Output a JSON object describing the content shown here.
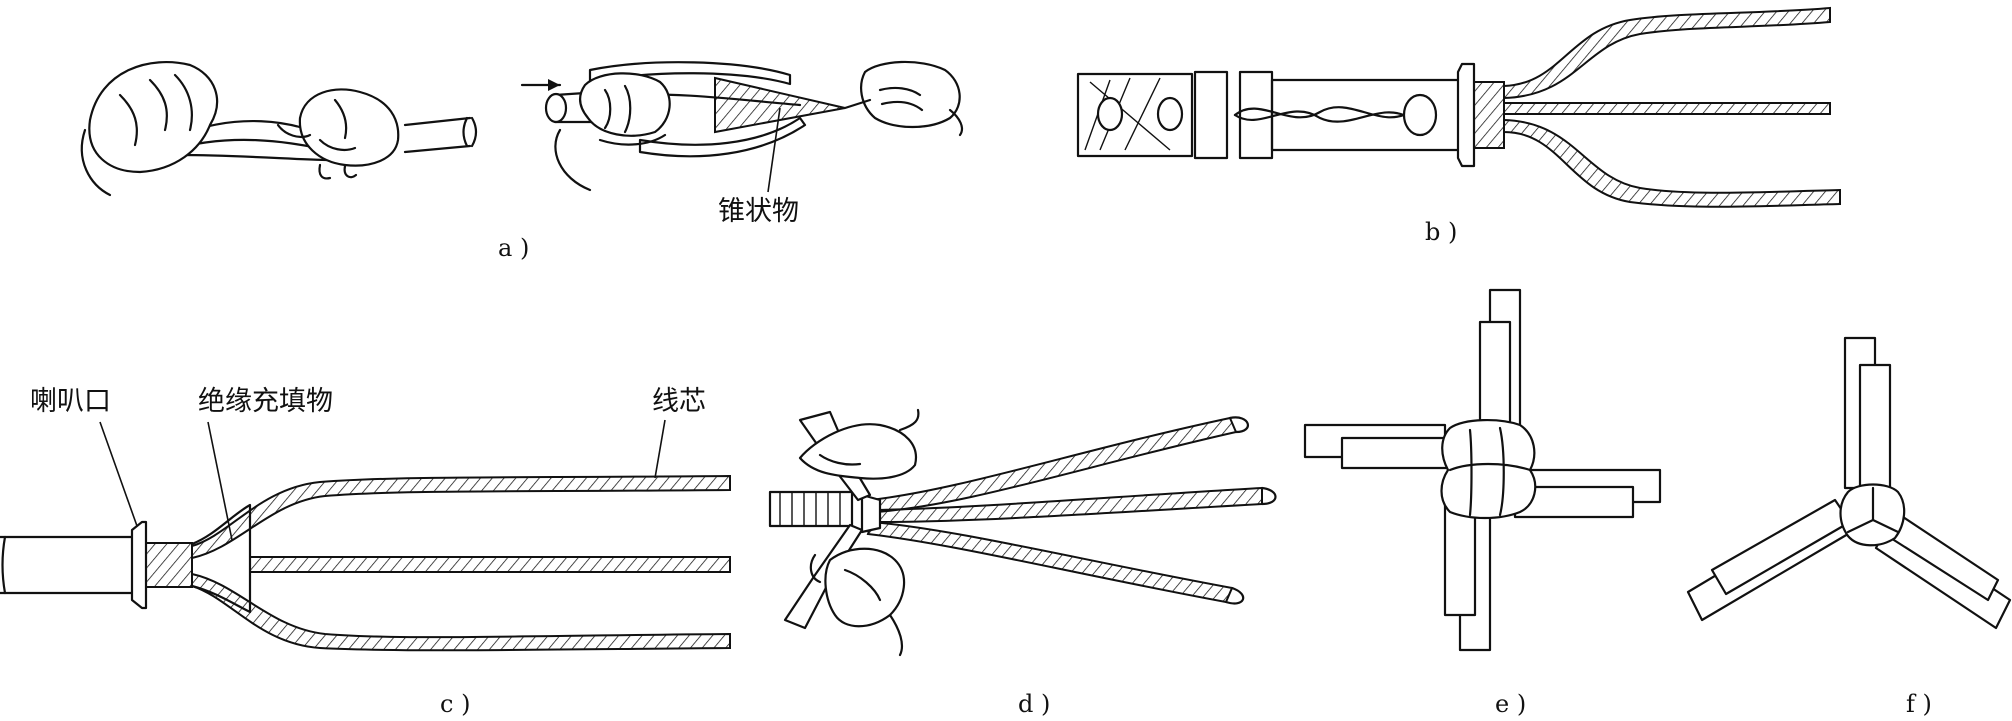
{
  "panels": {
    "a": {
      "caption": "a )",
      "cone_label": "锥状物"
    },
    "b": {
      "caption": "b )"
    },
    "c": {
      "caption": "c )",
      "flare_label": "喇叭口",
      "filler_label": "绝缘充填物",
      "core_label": "线芯"
    },
    "d": {
      "caption": "d )"
    },
    "e": {
      "caption": "e )"
    },
    "f": {
      "caption": "f )"
    }
  }
}
